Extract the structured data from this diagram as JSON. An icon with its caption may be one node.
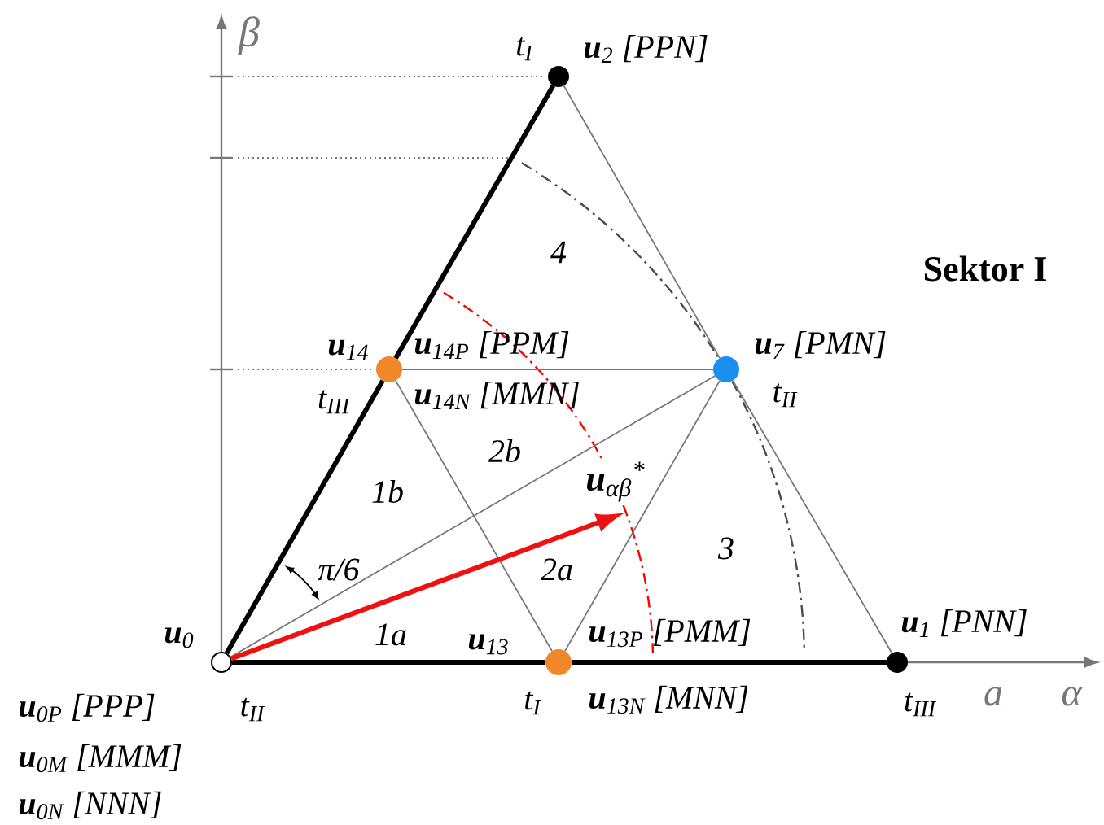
{
  "diagram": {
    "nodes": [
      {
        "text": [],
        "shape": "circle",
        "beside": [
          "t$_{I}$",
          "**u**$_{2}$ [PPN]"
        ]
      },
      {
        "text": [],
        "shape": "circle",
        "beside": [
          "**u**$_{14}$",
          "**u**$_{14P}$ [PPM]",
          "t$_{III}$",
          "**u**$_{14N}$ [MMN]"
        ]
      },
      {
        "text": [],
        "shape": "circle",
        "beside": [
          "**u**$_{7}$ [PMN]",
          "t$_{II}$"
        ]
      },
      {
        "text": [],
        "shape": "circle",
        "beside": [
          "**u**$_{0}$",
          "**u**$_{0P}$ [PPP]",
          "t$_{II}$",
          "**u**$_{0M}$ [MMM]",
          "**u**$_{0N}$ [NNN]"
        ]
      },
      {
        "text": [],
        "shape": "circle",
        "beside": [
          "**u**$_{13}$",
          "**u**$_{13P}$ [PMM]",
          "t$_{I}$",
          "**u**$_{13N}$ [MNN]"
        ]
      },
      {
        "text": [],
        "shape": "circle",
        "beside": [
          "**u**$_{1}$ [PNN]",
          "t$_{III}$"
        ]
      }
    ],
    "edges": [
      {
        "from": 3,
        "to": 1,
        "arrow": "none",
        "style": "thick",
        "color": "#000000"
      },
      {
        "from": 1,
        "to": 0,
        "arrow": "none",
        "style": "thick",
        "color": "#000000"
      },
      {
        "from": 3,
        "to": 4,
        "arrow": "none",
        "style": "thick",
        "color": "#000000"
      },
      {
        "from": 4,
        "to": 5,
        "arrow": "none",
        "style": "thick",
        "color": "#000000"
      },
      {
        "from": 0,
        "to": 2,
        "arrow": "none"
      },
      {
        "from": 2,
        "to": 5,
        "arrow": "none"
      },
      {
        "from": 1,
        "to": 2,
        "arrow": "none"
      },
      {
        "from": 1,
        "to": 4,
        "arrow": "none"
      },
      {
        "from": 4,
        "to": 2,
        "arrow": "none"
      },
      {
        "from": 3,
        "to": 2,
        "arrow": "none"
      },
      {
        "from": 3,
        "to": null,
        "arrow": "to",
        "style": "thick",
        "color": "#ee1111",
        "label": "**u**$_{αβ}$$^{*}$"
      }
    ],
    "labels": [
      "β",
      "Sektor I",
      "4",
      "2b",
      "1b",
      "3",
      "π/6",
      "2a",
      "1a",
      "a",
      "α"
    ]
  }
}
